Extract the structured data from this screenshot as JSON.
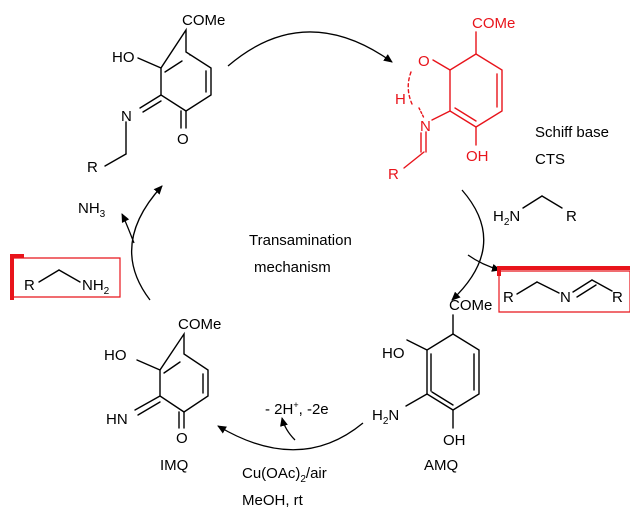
{
  "labels": {
    "title_line1": "Transamination",
    "title_line2": "mechanism",
    "schiff_base": "Schiff base",
    "cts": "CTS",
    "imq": "IMQ",
    "amq": "AMQ",
    "reagent_line1": "Cu(OAc)",
    "reagent_sub": "2",
    "reagent_line1b": "/air",
    "reagent_line2": "MeOH, rt",
    "oxidation": "- 2H",
    "oxidation_sup": "+",
    "oxidation_tail": ", -2e",
    "nh3": "NH",
    "nh3_sub": "3"
  },
  "atoms": {
    "tl_acyl": "COMe",
    "tl_ho": "HO",
    "tl_n": "N",
    "tl_o": "O",
    "tl_r": "R",
    "red_acyl": "COMe",
    "red_o": "O",
    "red_h": "H",
    "red_n": "N",
    "red_oh": "OH",
    "red_r": "R",
    "amine_h": "H",
    "amine_h_sub": "2",
    "amine_n": "N",
    "amine_r": "R",
    "box_left_r": "R",
    "box_left_nh": "NH",
    "box_left_sub": "2",
    "box_right_r1": "R",
    "box_right_n": "N",
    "box_right_r2": "R",
    "imq_acyl": "COMe",
    "imq_ho": "HO",
    "imq_hn": "HN",
    "imq_o": "O",
    "amq_acyl": "COMe",
    "amq_ho": "HO",
    "amq_h2n": "H",
    "amq_h2n_sub": "2",
    "amq_n": "N",
    "amq_oh": "OH"
  },
  "colors": {
    "highlight": "#e8141b",
    "ink": "#000000"
  }
}
